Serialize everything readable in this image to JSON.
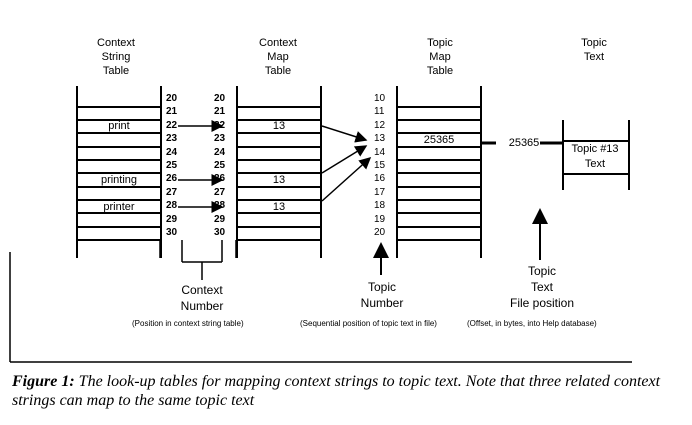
{
  "headers": {
    "context_string_table": [
      "Context",
      "String",
      "Table"
    ],
    "context_map_table": [
      "Context",
      "Map",
      "Table"
    ],
    "topic_map_table": [
      "Topic",
      "Map",
      "Table"
    ],
    "topic_text": [
      "Topic",
      "Text"
    ]
  },
  "context_string_table": {
    "entries": [
      {
        "index": 22,
        "value": "print"
      },
      {
        "index": 26,
        "value": "printing"
      },
      {
        "index": 28,
        "value": "printer"
      }
    ]
  },
  "context_numbers": [
    "20",
    "21",
    "22",
    "23",
    "24",
    "25",
    "26",
    "27",
    "28",
    "29",
    "30"
  ],
  "context_map_table": {
    "entries": [
      "13",
      "13",
      "13"
    ]
  },
  "topic_numbers": [
    "10",
    "11",
    "12",
    "13",
    "14",
    "15",
    "16",
    "17",
    "18",
    "19",
    "20"
  ],
  "topic_map_table": {
    "entry": "25365"
  },
  "file_position_label": "25365",
  "topic_text_box": [
    "Topic #13",
    "Text"
  ],
  "labels": {
    "context_number": [
      "Context",
      "Number"
    ],
    "context_number_note": "(Position in context string table)",
    "topic_number": [
      "Topic",
      "Number"
    ],
    "topic_number_note": "(Sequential position of topic text in file)",
    "file_position": [
      "Topic",
      "Text",
      "File position"
    ],
    "file_position_note": "(Offset, in bytes, into Help database)"
  },
  "caption": {
    "prefix": "Figure 1:",
    "text": " The look-up tables for mapping context strings to topic text. Note that three related context strings can map to the same topic text"
  }
}
